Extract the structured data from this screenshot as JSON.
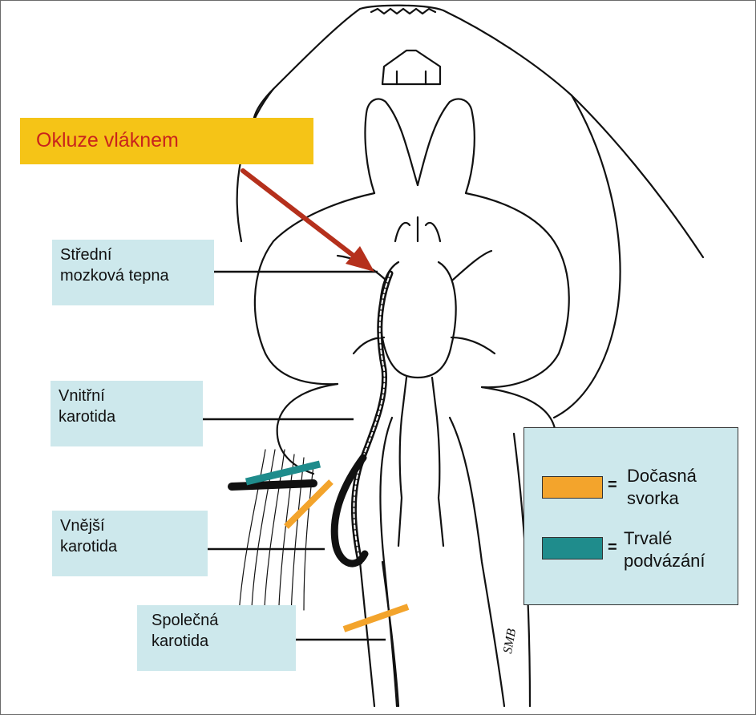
{
  "title": "Okluze vláknem",
  "labels": {
    "middle_cerebral": [
      "Střední",
      "mozková tepna"
    ],
    "internal_carotid": [
      "Vnitřní",
      "karotida"
    ],
    "external_carotid": [
      "Vnější",
      "karotida"
    ],
    "common_carotid": [
      "Společná",
      "karotida"
    ]
  },
  "legend": {
    "equals_sign": "=",
    "temporary_clip": [
      "Dočasná",
      "svorka"
    ],
    "permanent_ligation": [
      "Trvalé",
      "podvázání"
    ]
  },
  "signature": "SMB",
  "colors": {
    "banner_background": "#f5c417",
    "banner_text": "#c9241c",
    "label_background": "#cde8ec",
    "arrow": "#b5301c",
    "temporary_clip": "#f3a42c",
    "permanent_ligation": "#1f8c8c",
    "ink": "#111111"
  }
}
